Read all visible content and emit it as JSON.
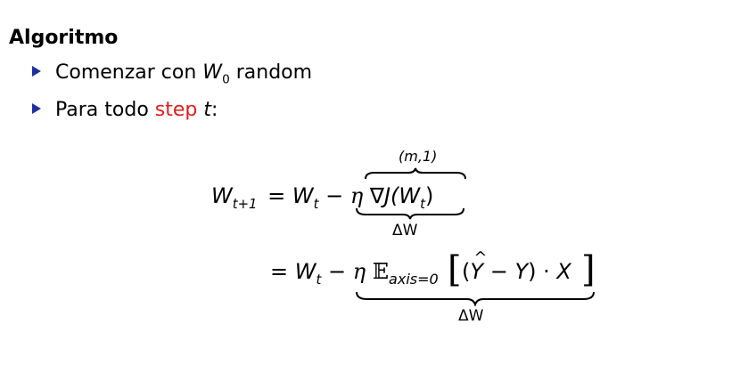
{
  "title": "Algoritmo",
  "bullets": {
    "b1": {
      "text": "Comenzar con ",
      "var": "W",
      "sub": "0",
      "tail": " random"
    },
    "b2": {
      "text": "Para todo ",
      "red": "step",
      "var": "t",
      "tail": ":"
    }
  },
  "equation": {
    "line1": {
      "lhs": "W",
      "lhs_sub": "t+1",
      "eq": "=",
      "w": "W",
      "w_sub": "t",
      "minus": "−",
      "eta": "η",
      "grad": "∇J(W",
      "grad_sub": "t",
      "grad_close": ")",
      "overbrace_label": "(m,1)",
      "underbrace_label": "ΔW"
    },
    "line2": {
      "eq": "=",
      "w": "W",
      "w_sub": "t",
      "minus": "−",
      "eta": "η",
      "expect": "𝔼",
      "expect_sub": "axis=0",
      "inner_open": "(",
      "yhat": "Y",
      "inner_minus": "−",
      "y": "Y",
      "inner_close": ")",
      "dot": "·",
      "x": "X",
      "underbrace_label": "ΔW"
    }
  }
}
